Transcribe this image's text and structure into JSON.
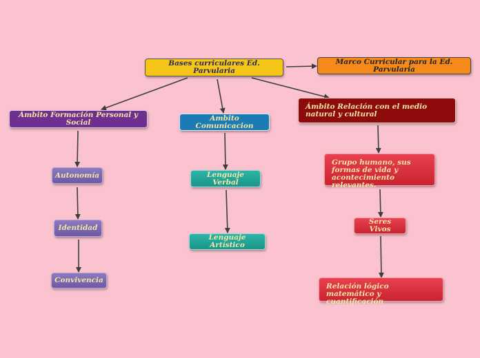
{
  "diagram": {
    "root": "Bases curriculares Ed. Parvularia",
    "marco": "Marco Curricular para la Ed. Parvularia",
    "formacion": {
      "title": "Ámbito Formación Personal y Social",
      "items": [
        "Autonomía",
        "Identidad",
        "Convivencia"
      ]
    },
    "comunicacion": {
      "title": "Ambito Comunicacion",
      "items": [
        "Lenguaje Verbal",
        "Lenguaje Artístico"
      ]
    },
    "relacion": {
      "title": "Ámbito Relación  con el medio natural y cultural",
      "items": [
        "Grupo humano, sus formas de vida y acontecimiento relevantes.",
        "Seres Vivos",
        "Relación lógico matemático y cuantificación"
      ]
    }
  },
  "colors": {
    "background": "#fac3cf",
    "root": "#f5c518",
    "marco": "#f5891a",
    "formacion": "#6f2f8e",
    "comunicacion": "#1c7ab4",
    "relacion": "#8e0b0b",
    "connector": "#3d3d3d"
  }
}
